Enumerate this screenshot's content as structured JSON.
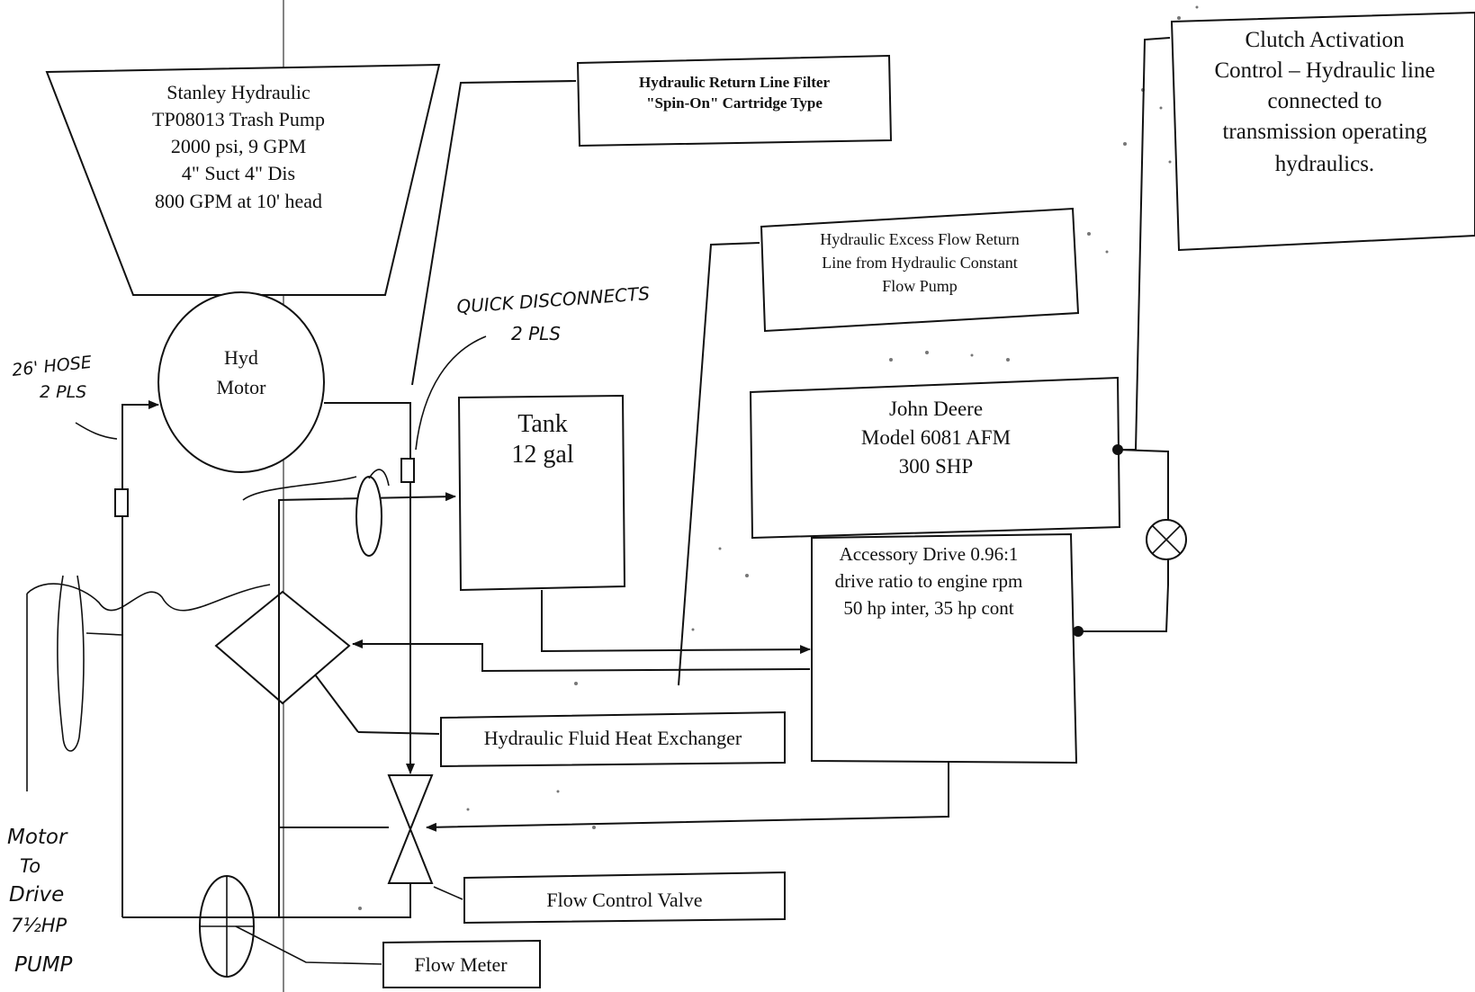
{
  "pump": {
    "line1": "Stanley Hydraulic",
    "line2": "TP08013 Trash Pump",
    "line3": "2000 psi, 9 GPM",
    "line4": "4\" Suct 4\" Dis",
    "line5": "800 GPM at 10' head"
  },
  "filter": {
    "line1": "Hydraulic Return Line Filter",
    "line2": "\"Spin-On\" Cartridge Type"
  },
  "clutch": {
    "line1": "Clutch Activation",
    "line2": "Control – Hydraulic line",
    "line3": "connected to",
    "line4": "transmission operating",
    "line5": "hydraulics."
  },
  "excess_flow": {
    "line1": "Hydraulic Excess Flow Return",
    "line2": "Line from Hydraulic Constant",
    "line3": "Flow Pump"
  },
  "motor": {
    "line1": "Hyd",
    "line2": "Motor"
  },
  "tank": {
    "line1": "Tank",
    "line2": "12 gal"
  },
  "engine": {
    "line1": "John Deere",
    "line2": "Model 6081 AFM",
    "line3": "300 SHP"
  },
  "accessory_drive": {
    "line1": "Accessory Drive 0.96:1",
    "line2": "drive ratio to engine rpm",
    "line3": "50 hp inter, 35 hp cont"
  },
  "heat_exchanger": {
    "label": "Hydraulic Fluid Heat Exchanger"
  },
  "flow_control_valve": {
    "label": "Flow Control Valve"
  },
  "flow_meter": {
    "label": "Flow Meter"
  },
  "handwritten": {
    "quick_disconnects_1": "QUICK DISCONNECTS",
    "quick_disconnects_2": "2 PLS",
    "hose_1": "26' HOSE",
    "hose_2": "2 PLS",
    "motor_note_1": "Motor",
    "motor_note_2": "To",
    "motor_note_3": "Drive",
    "motor_note_4": "7½HP",
    "motor_note_5": "PUMP"
  }
}
